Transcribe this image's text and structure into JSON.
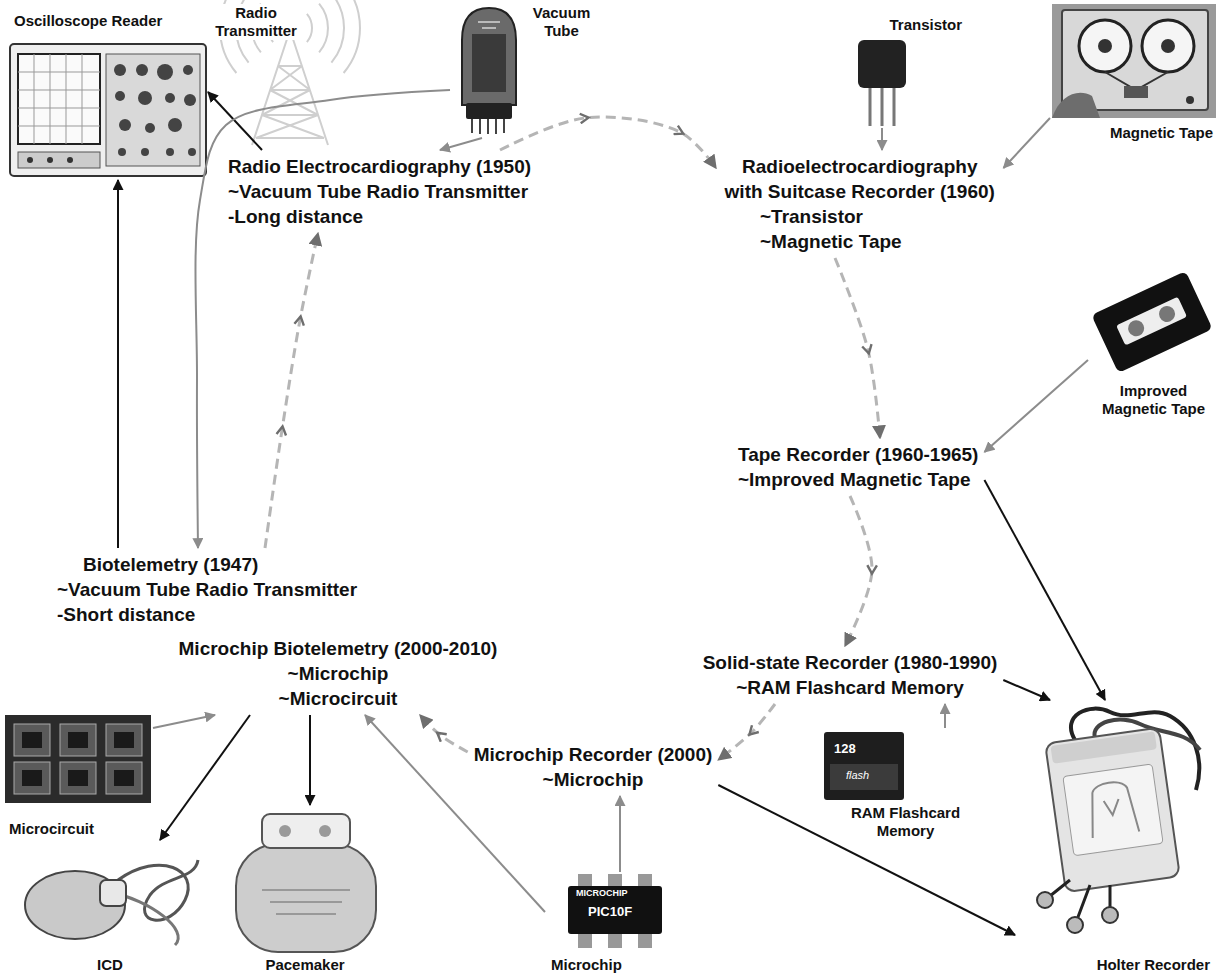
{
  "diagram": {
    "nodes": [
      {
        "text": [
          "Oscilloscope Reader"
        ]
      },
      {
        "text": [
          "Radio Transmitter"
        ]
      },
      {
        "text": [
          "Vacuum Tube"
        ]
      },
      {
        "text": [
          "Transistor"
        ]
      },
      {
        "text": [
          "Magnetic Tape"
        ]
      },
      {
        "text": [
          "Radio Electrocardiography (1950)",
          "~Vacuum Tube Radio Transmitter",
          "-Long distance"
        ]
      },
      {
        "text": [
          "Radioelectrocardiography with Suitcase Recorder (1960)",
          "~Transistor",
          "~Magnetic Tape"
        ]
      },
      {
        "text": [
          "Improved Magnetic Tape"
        ]
      },
      {
        "text": [
          "Tape Recorder (1960-1965)",
          "~Improved Magnetic Tape"
        ]
      },
      {
        "text": [
          "Biotelemetry (1947)",
          "~Vacuum Tube Radio Transmitter",
          "-Short distance"
        ]
      },
      {
        "text": [
          "Microchip Biotelemetry (2000-2010)",
          "~Microchip",
          "~Microcircuit"
        ]
      },
      {
        "text": [
          "Solid-state Recorder (1980-1990)",
          "~RAM Flashcard Memory"
        ]
      },
      {
        "text": [
          "Microcircuit"
        ]
      },
      {
        "text": [
          "Microchip Recorder (2000)",
          "~Microchip"
        ]
      },
      {
        "text": [
          "RAM Flashcard Memory"
        ]
      },
      {
        "text": [
          "ICD"
        ]
      },
      {
        "text": [
          "Pacemaker"
        ]
      },
      {
        "text": [
          "Microchip"
        ]
      },
      {
        "text": [
          "Holter Recorder"
        ]
      }
    ],
    "edges": [
      {
        "from": 9,
        "to": 5,
        "arrow": "to"
      },
      {
        "from": 5,
        "to": 6,
        "arrow": "to"
      },
      {
        "from": 6,
        "to": 8,
        "arrow": "to"
      },
      {
        "from": 8,
        "to": 11,
        "arrow": "to"
      },
      {
        "from": 11,
        "to": 13,
        "arrow": "to"
      },
      {
        "from": 13,
        "to": 10,
        "arrow": "to"
      },
      {
        "from": 9,
        "to": 0,
        "arrow": "to"
      },
      {
        "from": 5,
        "to": 0,
        "arrow": "to"
      },
      {
        "from": 2,
        "to": 5,
        "arrow": "to"
      },
      {
        "from": 2,
        "to": 9,
        "arrow": "to"
      },
      {
        "from": 3,
        "to": 6,
        "arrow": "to"
      },
      {
        "from": 4,
        "to": 6,
        "arrow": "to"
      },
      {
        "from": 7,
        "to": 8,
        "arrow": "to"
      },
      {
        "from": 8,
        "to": 18,
        "arrow": "to"
      },
      {
        "from": 11,
        "to": 18,
        "arrow": "to"
      },
      {
        "from": 14,
        "to": 11,
        "arrow": "to"
      },
      {
        "from": 13,
        "to": 18,
        "arrow": "to"
      },
      {
        "from": 17,
        "to": 13,
        "arrow": "to"
      },
      {
        "from": 17,
        "to": 10,
        "arrow": "to"
      },
      {
        "from": 12,
        "to": 10,
        "arrow": "to"
      },
      {
        "from": 10,
        "to": 15,
        "arrow": "to"
      },
      {
        "from": 10,
        "to": 16,
        "arrow": "to"
      }
    ],
    "labels": [
      "128",
      "flash",
      "MICROCHIP",
      "PIC10F"
    ]
  }
}
